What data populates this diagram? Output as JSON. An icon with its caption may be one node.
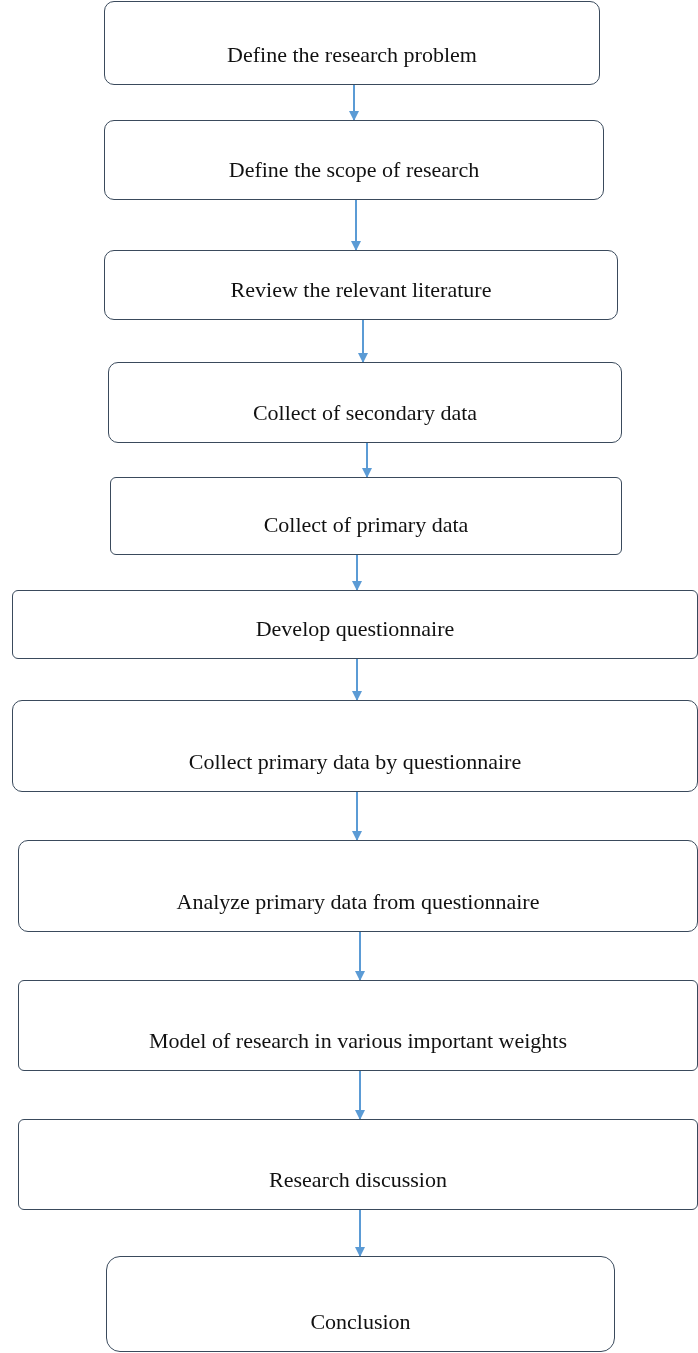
{
  "diagram": {
    "nodes": [
      {
        "text": [
          "Define the research problem"
        ]
      },
      {
        "text": [
          "Define the scope of research"
        ]
      },
      {
        "text": [
          "Review the relevant literature"
        ]
      },
      {
        "text": [
          "Collect of secondary data"
        ]
      },
      {
        "text": [
          "Collect of primary data"
        ]
      },
      {
        "text": [
          "Develop questionnaire"
        ]
      },
      {
        "text": [
          "Collect primary data by questionnaire"
        ]
      },
      {
        "text": [
          "Analyze primary data from questionnaire"
        ]
      },
      {
        "text": [
          "Model of research in various important weights"
        ]
      },
      {
        "text": [
          "Research discussion"
        ]
      },
      {
        "text": [
          "Conclusion"
        ]
      }
    ],
    "edges": [
      {
        "from": 0,
        "to": 1,
        "arrow": "to"
      },
      {
        "from": 1,
        "to": 2,
        "arrow": "to"
      },
      {
        "from": 2,
        "to": 3,
        "arrow": "to"
      },
      {
        "from": 3,
        "to": 4,
        "arrow": "to"
      },
      {
        "from": 4,
        "to": 5,
        "arrow": "to"
      },
      {
        "from": 5,
        "to": 6,
        "arrow": "to"
      },
      {
        "from": 6,
        "to": 7,
        "arrow": "to"
      },
      {
        "from": 7,
        "to": 8,
        "arrow": "to"
      },
      {
        "from": 8,
        "to": 9,
        "arrow": "to"
      },
      {
        "from": 9,
        "to": 10,
        "arrow": "to"
      }
    ]
  }
}
